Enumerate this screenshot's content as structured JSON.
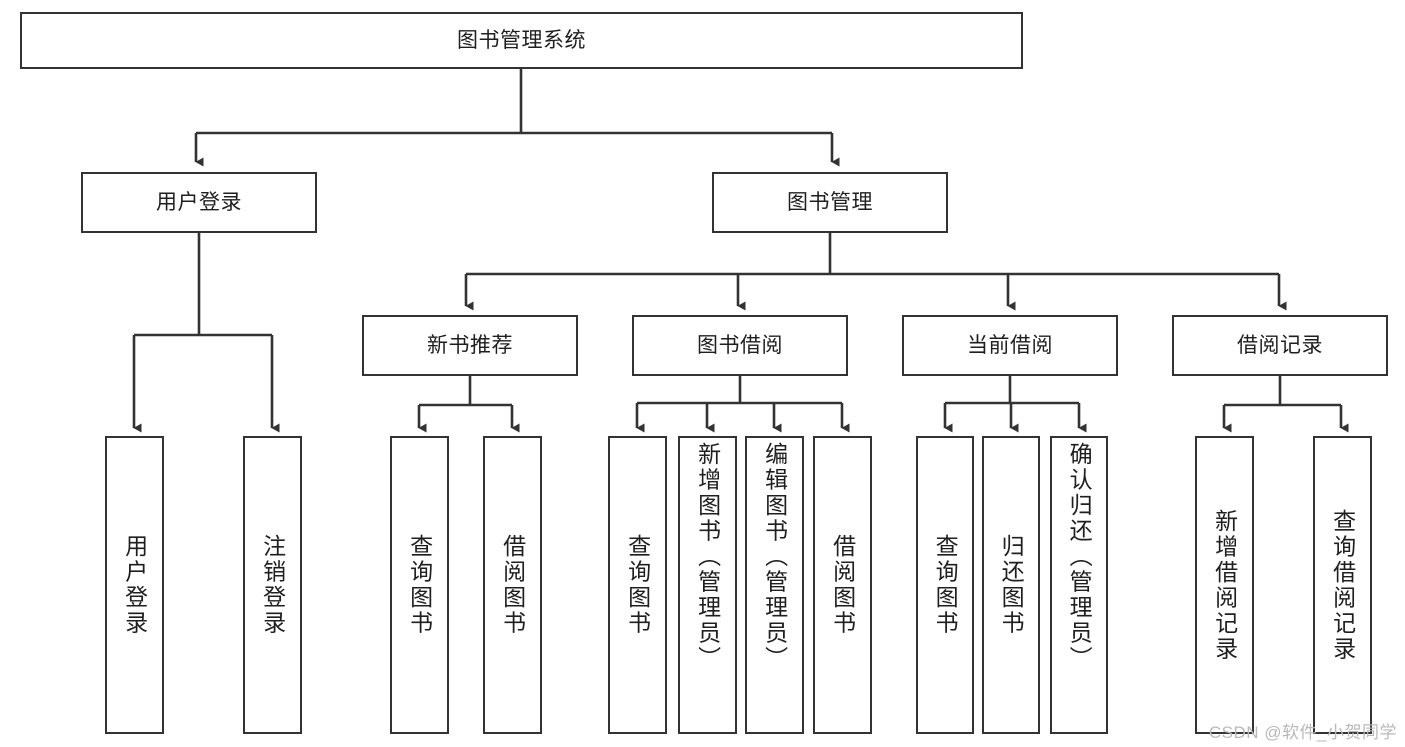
{
  "diagram": {
    "title": "图书管理系统",
    "watermark": "CSDN @软件_小贺同学",
    "colors": {
      "box_border": "#333333",
      "box_fill": "#ffffff",
      "connector": "#333333",
      "text": "#1f1f1f",
      "watermark": "#b9b9b9",
      "background": "#ffffff"
    },
    "nodes": {
      "root": "图书管理系统",
      "level1": [
        "用户登录",
        "图书管理"
      ],
      "level2": [
        "新书推荐",
        "图书借阅",
        "当前借阅",
        "借阅记录"
      ],
      "leaves": {
        "user_login": [
          "用户登录",
          "注销登录"
        ],
        "new_book_recommend": [
          "查询图书",
          "借阅图书"
        ],
        "book_borrow": [
          "查询图书",
          "新增图书（管理员）",
          "编辑图书（管理员）",
          "借阅图书"
        ],
        "current_borrow": [
          "查询图书",
          "归还图书",
          "确认归还（管理员）"
        ],
        "borrow_record": [
          "新增借阅记录",
          "查询借阅记录"
        ]
      }
    }
  }
}
